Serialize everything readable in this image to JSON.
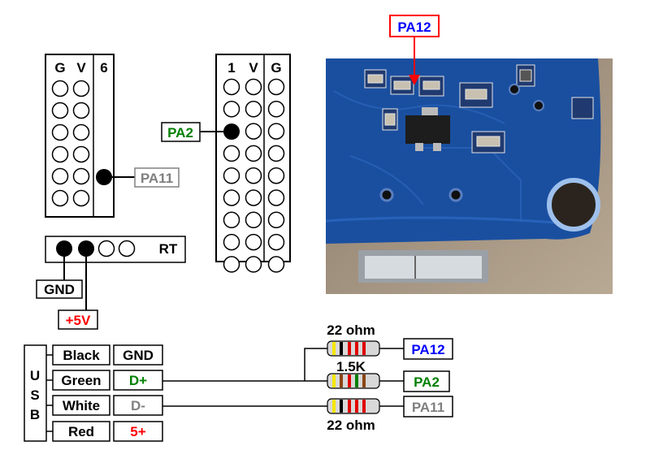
{
  "left_header": {
    "col_labels": [
      "G",
      "V",
      "6"
    ],
    "pin_label": "PA11"
  },
  "right_header": {
    "col_labels": [
      "1",
      "V",
      "G"
    ],
    "pin_label": "PA2"
  },
  "rt_header": {
    "label": "RT",
    "gnd_label": "GND",
    "vcc_label": "+5V"
  },
  "photo": {
    "callout_label": "PA12"
  },
  "usb": {
    "letters": [
      "U",
      "S",
      "B"
    ],
    "rows": [
      {
        "wire": "Black",
        "signal": "GND",
        "signal_color": "#000000"
      },
      {
        "wire": "Green",
        "signal": "D+",
        "signal_color": "#008000"
      },
      {
        "wire": "White",
        "signal": "D-",
        "signal_color": "#808080"
      },
      {
        "wire": "Red",
        "signal": "5+",
        "signal_color": "#ff0000"
      }
    ]
  },
  "resistors": {
    "r1_label": "22 ohm",
    "r1_target": "PA12",
    "r2_label": "1.5K",
    "r2_target": "PA2",
    "r3_label": "22 ohm",
    "r3_target": "PA11"
  },
  "colors": {
    "pa12": "#0000ff",
    "pa2": "#008000",
    "pa11": "#808080",
    "plus5": "#ff0000",
    "callout_border": "#ff0000",
    "pcb_blue": "#1a4fa0"
  }
}
